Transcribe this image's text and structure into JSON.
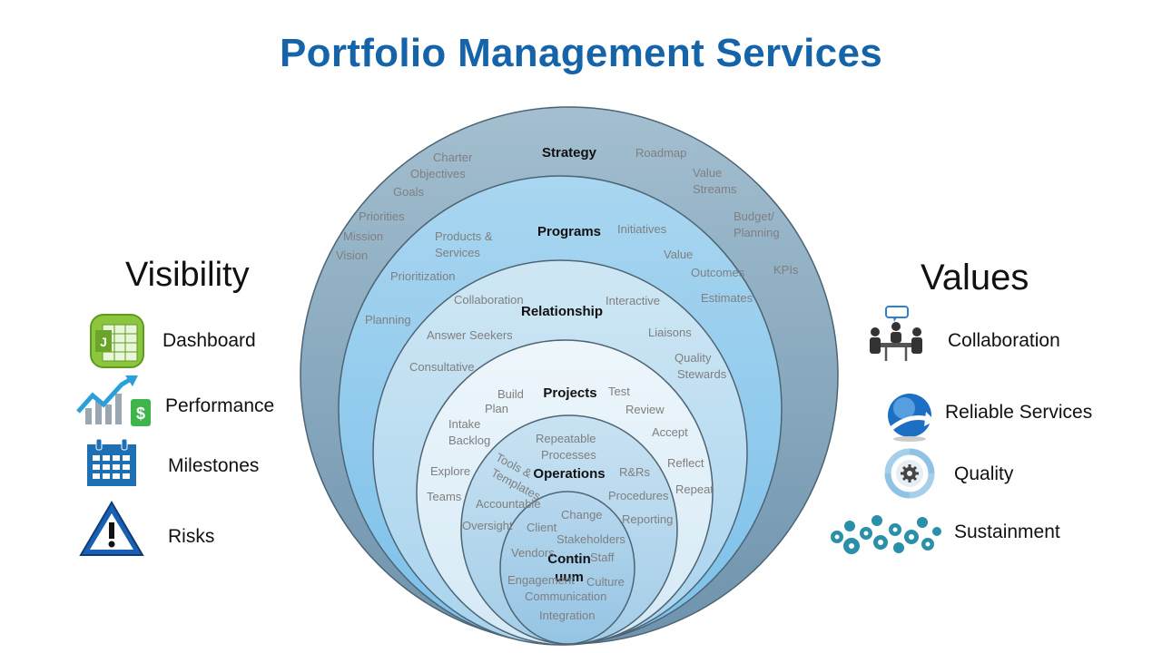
{
  "title": "Portfolio Management Services",
  "visibility": {
    "heading": "Visibility",
    "items": [
      {
        "label": "Dashboard",
        "icon": "spreadsheet-icon"
      },
      {
        "label": "Performance",
        "icon": "growth-chart-icon"
      },
      {
        "label": "Milestones",
        "icon": "calendar-icon"
      },
      {
        "label": "Risks",
        "icon": "warning-icon"
      }
    ]
  },
  "values": {
    "heading": "Values",
    "items": [
      {
        "label": "Collaboration",
        "icon": "meeting-icon"
      },
      {
        "label": "Reliable Services",
        "icon": "globe-arrow-icon"
      },
      {
        "label": "Quality",
        "icon": "gear-cycle-icon"
      },
      {
        "label": "Sustainment",
        "icon": "gears-network-icon"
      }
    ]
  },
  "rings": [
    {
      "name": "Strategy",
      "terms": [
        "Charter",
        "Objectives",
        "Goals",
        "Priorities",
        "Mission",
        "Vision",
        "Roadmap",
        "Value",
        "Streams",
        "Budget/",
        "Planning",
        "KPIs"
      ]
    },
    {
      "name": "Programs",
      "terms": [
        "Products &",
        "Services",
        "Prioritization",
        "Planning",
        "Initiatives",
        "Value",
        "Outcomes",
        "Estimates"
      ]
    },
    {
      "name": "Relationship",
      "terms": [
        "Collaboration",
        "Interactive",
        "Answer Seekers",
        "Liaisons",
        "Consultative",
        "Quality",
        "Stewards"
      ]
    },
    {
      "name": "Projects",
      "terms": [
        "Build",
        "Plan",
        "Test",
        "Review",
        "Intake",
        "Backlog",
        "Accept",
        "Reflect",
        "Explore",
        "Teams",
        "Repeat"
      ]
    },
    {
      "name": "Operations",
      "terms": [
        "Repeatable",
        "Processes",
        "Tools &",
        "Templates",
        "R&Rs",
        "Procedures",
        "Accountable",
        "Reporting",
        "Oversight"
      ]
    },
    {
      "name": "Contin uum",
      "name_lines": [
        "Contin",
        "uum"
      ],
      "terms": [
        "Change",
        "Client",
        "Stakeholders",
        "Vendors",
        "Staff",
        "Engagement",
        "Culture",
        "Communication",
        "Integration"
      ]
    }
  ],
  "colors": {
    "title": "#1563a8",
    "ring_text": "#7f7f7f",
    "label_text": "#111111"
  }
}
